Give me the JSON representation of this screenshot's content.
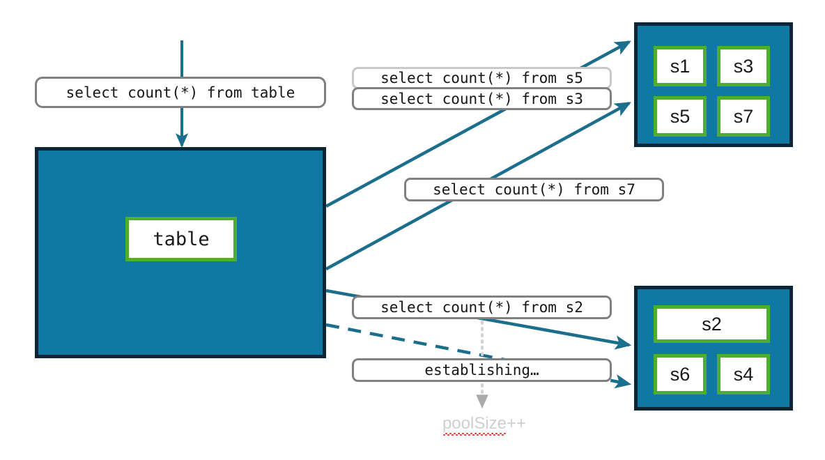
{
  "diagram": {
    "title": "connection-pool-query-routing",
    "colors": {
      "group_fill": "#0F79A4",
      "group_border": "#0D2535",
      "node_border": "#4FAE32",
      "node_fill": "#FFFFFF",
      "edge": "#1B6E8C",
      "pill_border": "#808080",
      "pill_border_faded": "#C9C9C9",
      "annotation_text": "#CFCFCF",
      "spellcheck_underline": "#EF3B33"
    }
  },
  "table_group": {
    "name": "table-host",
    "node_label": "table",
    "incoming_query": "select count(*) from table"
  },
  "servers_top": {
    "name": "server-group-top",
    "nodes": [
      {
        "id": "s1",
        "label": "s1"
      },
      {
        "id": "s3",
        "label": "s3"
      },
      {
        "id": "s5",
        "label": "s5"
      },
      {
        "id": "s7",
        "label": "s7"
      }
    ]
  },
  "servers_bottom": {
    "name": "server-group-bottom",
    "nodes": [
      {
        "id": "s2",
        "label": "s2"
      },
      {
        "id": "s6",
        "label": "s6"
      },
      {
        "id": "s4",
        "label": "s4"
      }
    ]
  },
  "labels": {
    "query_s5": "select count(*) from s5",
    "query_s3": "select count(*) from s3",
    "query_s7": "select count(*) from s7",
    "query_s2": "select count(*) from s2",
    "establishing": "establishing…"
  },
  "annotation": {
    "poolsize_word": "poolSize",
    "poolsize_suffix": "++"
  }
}
